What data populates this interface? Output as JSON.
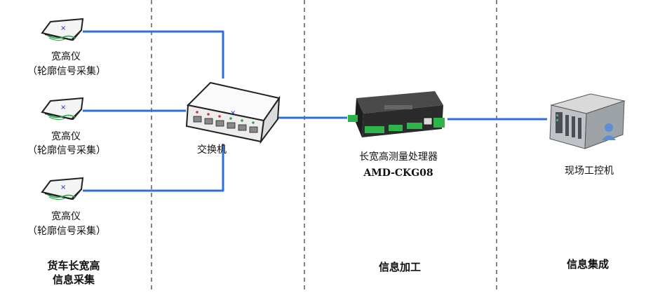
{
  "sensors": [
    {
      "name": "宽高仪",
      "sub": "（轮廓信号采集）",
      "icon": "laser-profiler-icon"
    },
    {
      "name": "宽高仪",
      "sub": "（轮廓信号采集）",
      "icon": "laser-profiler-icon"
    },
    {
      "name": "宽高仪",
      "sub": "（轮廓信号采集）",
      "icon": "laser-profiler-icon"
    }
  ],
  "switch": {
    "label": "交换机",
    "icon": "network-switch-icon"
  },
  "processor": {
    "name": "长宽高测量处理器",
    "model": "AMD-CKG08",
    "icon": "processor-module-icon"
  },
  "pc": {
    "label": "现场工控机",
    "icon": "industrial-pc-icon"
  },
  "zones": {
    "collection_line1": "货车长宽高",
    "collection_line2": "信息采集",
    "processing": "信息加工",
    "integration": "信息集成"
  },
  "colors": {
    "link": "#2f6fd6",
    "divider": "#333333"
  }
}
